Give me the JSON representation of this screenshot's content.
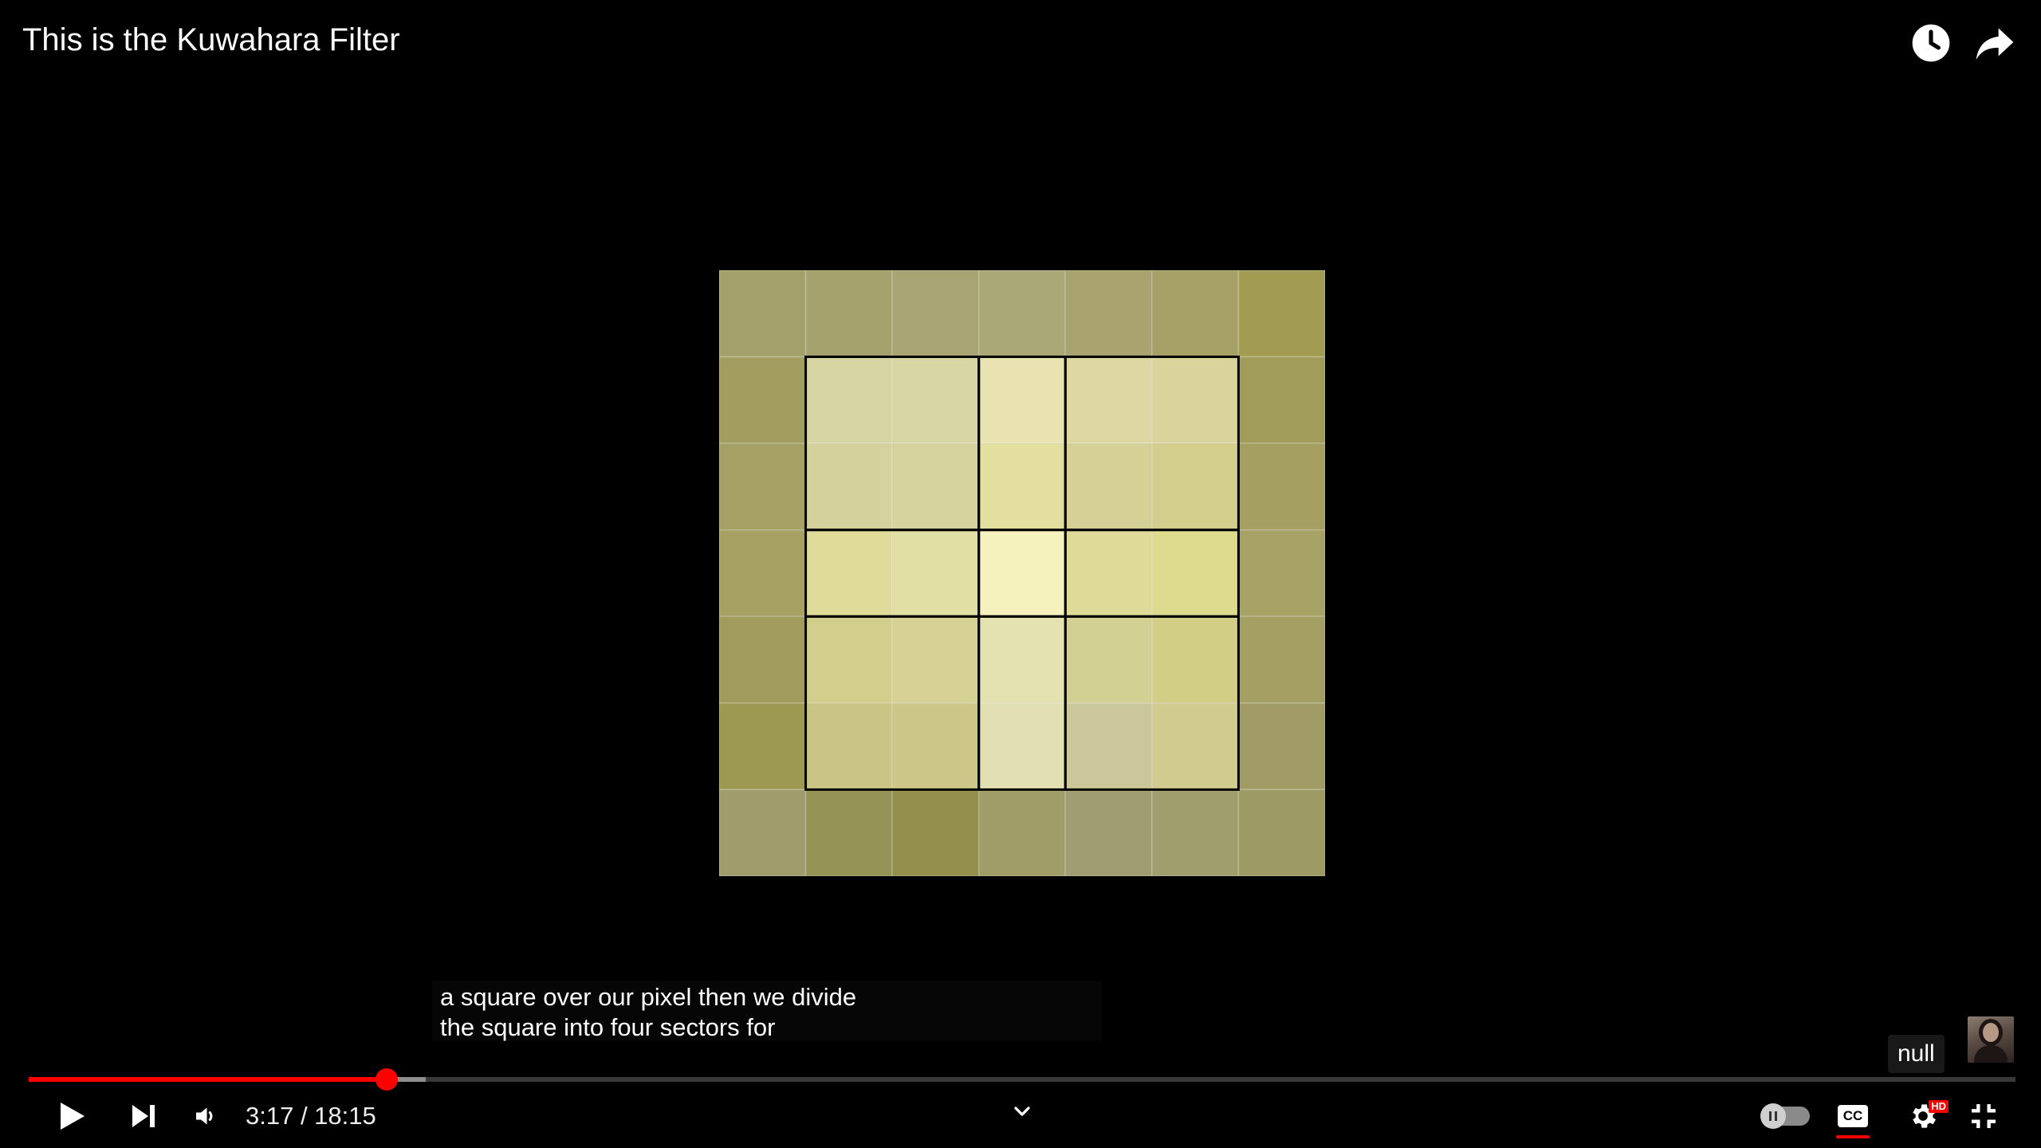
{
  "header": {
    "title": "This is the Kuwahara Filter",
    "watch_later_icon": "clock-icon",
    "share_icon": "share-arrow-icon"
  },
  "video": {
    "background_color": "#000000",
    "grid_colors": [
      [
        "#a3a06a",
        "#a6a26e",
        "#a8a473",
        "#aaa877",
        "#a8a36f",
        "#a5a066",
        "#a29c52"
      ],
      [
        "#a29e60",
        "#d8d5a4",
        "#d9d6a6",
        "#e8e3b1",
        "#dcd7a3",
        "#d9d49c",
        "#a29c5a"
      ],
      [
        "#a5a165",
        "#d5d19c",
        "#d6d29e",
        "#e2df9f",
        "#d5d096",
        "#d4ce8c",
        "#a5a062"
      ],
      [
        "#a6a162",
        "#dedc98",
        "#e1dfa3",
        "#f5f2bd",
        "#dedb99",
        "#dedb8e",
        "#a7a266"
      ],
      [
        "#a19c5e",
        "#d2cf8c",
        "#d6d295",
        "#e4e2b1",
        "#d3d093",
        "#d3ce85",
        "#a49f63"
      ],
      [
        "#9d9952",
        "#cac585",
        "#ccc688",
        "#e2dfb3",
        "#cbc79a",
        "#d0cb8f",
        "#a19c66"
      ],
      [
        "#a09c6c",
        "#969356",
        "#948f4c",
        "#a09d69",
        "#a19d73",
        "#a19e6e",
        "#9e9a66"
      ]
    ],
    "kernel_border_color": "#000000"
  },
  "caption": {
    "line1": "a square over our pixel then we divide",
    "line2": "the square into four sectors for"
  },
  "channel": {
    "tooltip": "null"
  },
  "progress": {
    "current": "3:17",
    "duration": "18:15",
    "played_fraction": 0.18,
    "buffered_fraction": 0.2,
    "accent_color": "#ff0000"
  },
  "controls": {
    "time_display": "3:17 / 18:15",
    "cc_label": "CC",
    "hd_badge": "HD",
    "icons": [
      "play-icon",
      "next-icon",
      "volume-icon",
      "chevron-down-icon",
      "autoplay-toggle-icon",
      "cc-icon",
      "settings-icon",
      "exit-fullscreen-icon"
    ]
  }
}
